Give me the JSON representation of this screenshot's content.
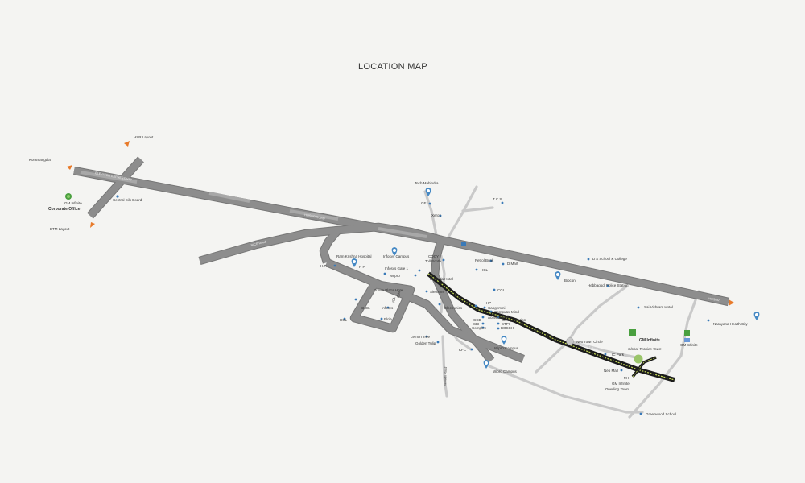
{
  "map": {
    "title": "LOCATION MAP",
    "colors": {
      "background": "#f4f4f2",
      "main_road": "#8e8e8e",
      "road_outline": "#707070",
      "minor_road": "#c8c8c8",
      "metro_track": "#1c1c1c",
      "metro_stripe": "#c7dc58",
      "marker": "#4488c4",
      "dot": "#3a7ab8",
      "arrow": "#e87a2a",
      "logo_green": "#4aa040"
    },
    "directions": [
      {
        "id": "hsr",
        "label": "HSR Layout"
      },
      {
        "id": "koramangala",
        "label": "Koramangala"
      },
      {
        "id": "btm",
        "label": "BTM Layout"
      },
      {
        "id": "hosur",
        "label": "HOSUR"
      }
    ],
    "roads": [
      {
        "id": "hosur-road",
        "label": "HOSUR ROAD"
      },
      {
        "id": "elevated",
        "label": "ELEVATED EXPRESSWAY"
      },
      {
        "id": "nice",
        "label": "NICE Road"
      },
      {
        "id": "neeladri",
        "label": "Neeladri Road"
      },
      {
        "id": "phase",
        "label": "Phase 1 Road"
      }
    ],
    "corporate": {
      "label": "Corporate Office",
      "logo": "GM Infinite"
    },
    "projects": [
      {
        "id": "global-techies",
        "label": "Global Techies Town",
        "logo": "GM Infinite"
      },
      {
        "id": "dwelling",
        "label": "Dwelling Town",
        "logo": "GM Infinite"
      },
      {
        "id": "e-city-project",
        "label": "GM Infinite"
      }
    ],
    "places": [
      {
        "id": "central-silk-board",
        "label": "Central Silk Board"
      },
      {
        "id": "tech-mahindra",
        "label": "Tech Mahindra"
      },
      {
        "id": "ge",
        "label": "GE"
      },
      {
        "id": "tcs",
        "label": "T C S"
      },
      {
        "id": "xerox",
        "label": "Xerox"
      },
      {
        "id": "cocy",
        "label": "COCY"
      },
      {
        "id": "toll-booth",
        "label": "Toll Booth"
      },
      {
        "id": "petrol-bunk",
        "label": "Petrol Bunk"
      },
      {
        "id": "d-mart",
        "label": "D Mart"
      },
      {
        "id": "hcl-1",
        "label": "HCL"
      },
      {
        "id": "infosys-campus",
        "label": "Infosys Campus"
      },
      {
        "id": "infosys-gate",
        "label": "Infosys Gate 1"
      },
      {
        "id": "ramada",
        "label": "Ramada Hotel"
      },
      {
        "id": "cg",
        "label": "CGI"
      },
      {
        "id": "wipro",
        "label": "Wipro"
      },
      {
        "id": "siemens",
        "label": "Siemens"
      },
      {
        "id": "ram-krishna",
        "label": "Ram Krishna Hospital"
      },
      {
        "id": "hp-1",
        "label": "H.P."
      },
      {
        "id": "hp-2",
        "label": "H P"
      },
      {
        "id": "ds-school",
        "label": "D'S School & College"
      },
      {
        "id": "biocon",
        "label": "Biocon"
      },
      {
        "id": "hebbagodi",
        "label": "Hebbagodi Police Station"
      },
      {
        "id": "sai-vishram",
        "label": "Sai Vishram Hotel"
      },
      {
        "id": "narayana",
        "label": "Narayana Health City"
      },
      {
        "id": "crown-plaza",
        "label": "Crown Plaza Hotel"
      },
      {
        "id": "bhel",
        "label": "BHEL"
      },
      {
        "id": "infosys-2",
        "label": "Infosys"
      },
      {
        "id": "hcl-2",
        "label": "HCL"
      },
      {
        "id": "elcia",
        "label": "Elcia"
      },
      {
        "id": "ibm",
        "label": "IBM"
      },
      {
        "id": "ucl",
        "label": "ICL"
      },
      {
        "id": "lemon-tree",
        "label": "Lemon Tree"
      },
      {
        "id": "golden-tulip",
        "label": "Golden Tulip"
      },
      {
        "id": "electronics",
        "label": "Electronics"
      },
      {
        "id": "hp-3",
        "label": "HP"
      },
      {
        "id": "ca-tech",
        "label": "Capgemini"
      },
      {
        "id": "mind",
        "label": "Computer Mind"
      },
      {
        "id": "accenture",
        "label": "Accenture"
      },
      {
        "id": "audi",
        "label": "Audi"
      },
      {
        "id": "service-station",
        "label": "Service Station"
      },
      {
        "id": "ccd",
        "label": "CCD"
      },
      {
        "id": "sbi",
        "label": "SBI"
      },
      {
        "id": "complex",
        "label": "Complex"
      },
      {
        "id": "stpi",
        "label": "STPI"
      },
      {
        "id": "bosch",
        "label": "BOSCH"
      },
      {
        "id": "kfc",
        "label": "KFC"
      },
      {
        "id": "wipro-campus-1",
        "label": "Wipro Campus"
      },
      {
        "id": "wipro-campus-2",
        "label": "Wipro Campus"
      },
      {
        "id": "neo-town",
        "label": "Neo Town Circle"
      },
      {
        "id": "ic-park",
        "label": "IC Park"
      },
      {
        "id": "nice-mall",
        "label": "Neo Mall"
      },
      {
        "id": "greenwood",
        "label": "Greenwood School"
      },
      {
        "id": "m-i",
        "label": "M I"
      }
    ]
  }
}
